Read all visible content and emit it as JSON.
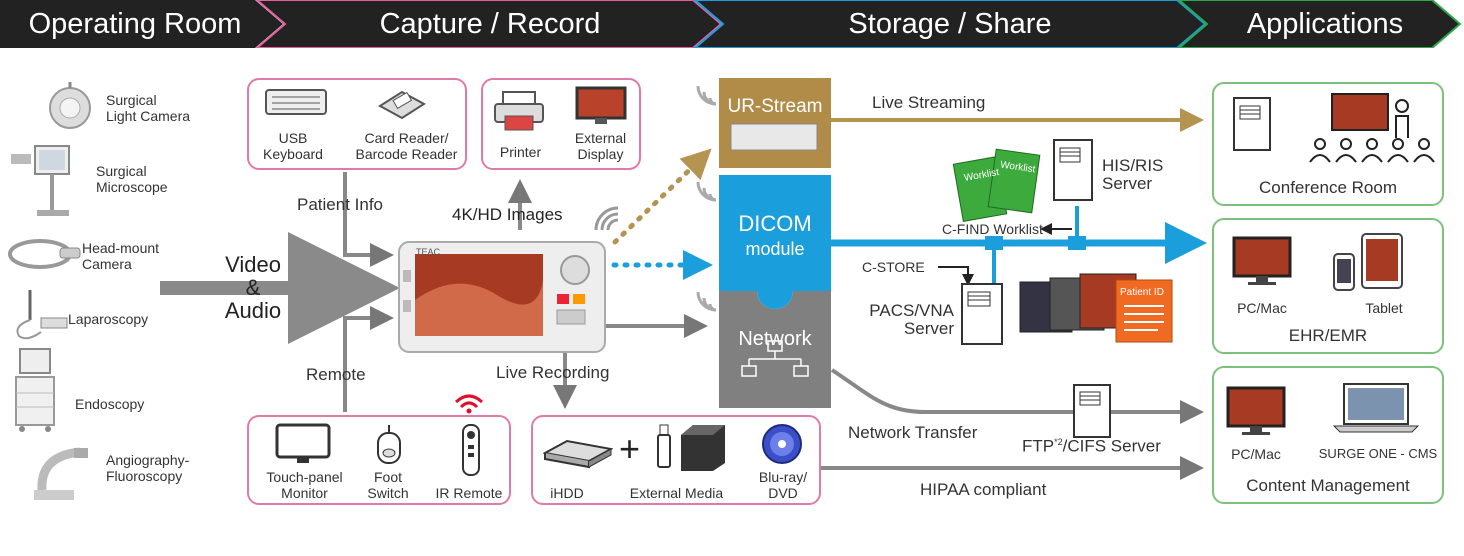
{
  "header": {
    "stage1": "Operating Room",
    "stage2": "Capture / Record",
    "stage3": "Storage / Share",
    "stage4": "Applications",
    "colors": {
      "dark": "#222222",
      "pink": "#e0609a",
      "blue": "#1a9fdc",
      "green": "#2aa84a"
    }
  },
  "sources": {
    "light_camera": "Surgical\nLight Camera",
    "microscope": "Surgical\nMicroscope",
    "head_camera": "Head-mount\nCamera",
    "laparoscopy": "Laparoscopy",
    "endoscopy": "Endoscopy",
    "angiography": "Angiography-\nFluoroscopy"
  },
  "inputs": {
    "video_audio": "Video\n&\nAudio",
    "usb_keyboard": "USB\nKeyboard",
    "card_reader": "Card Reader/\nBarcode Reader",
    "patient_info": "Patient Info",
    "remote": "Remote",
    "touch_monitor": "Touch-panel\nMonitor",
    "foot_switch": "Foot\nSwitch",
    "ir_remote": "IR Remote"
  },
  "outputs": {
    "printer": "Printer",
    "external_display": "External\nDisplay",
    "images": "4K/HD Images",
    "live_recording": "Live Recording",
    "ihdd": "iHDD",
    "external_media": "External Media",
    "bluray": "Blu-ray/\nDVD",
    "plus": "+"
  },
  "modules": {
    "ur_stream": "UR-Stream",
    "dicom_title": "DICOM",
    "dicom_sub": "module",
    "network": "Network",
    "device_brand": "TEAC"
  },
  "flows": {
    "live_streaming": "Live Streaming",
    "worklist_doc": "Worklist",
    "his_ris": "HIS/RIS\nServer",
    "cfind": "C-FIND Worklist",
    "cstore": "C-STORE",
    "pacs": "PACS/VNA\nServer",
    "patient_id": "Patient ID",
    "network_transfer": "Network Transfer",
    "ftp_prefix": "FTP",
    "ftp_sup": "*2",
    "ftp_suffix": "/CIFS Server",
    "hipaa": "HIPAA compliant"
  },
  "applications": {
    "conference": "Conference Room",
    "pc_mac_1": "PC/Mac",
    "tablet": "Tablet",
    "ehr": "EHR/EMR",
    "pc_mac_2": "PC/Mac",
    "surge": "SURGE ONE - CMS",
    "content": "Content Management"
  }
}
